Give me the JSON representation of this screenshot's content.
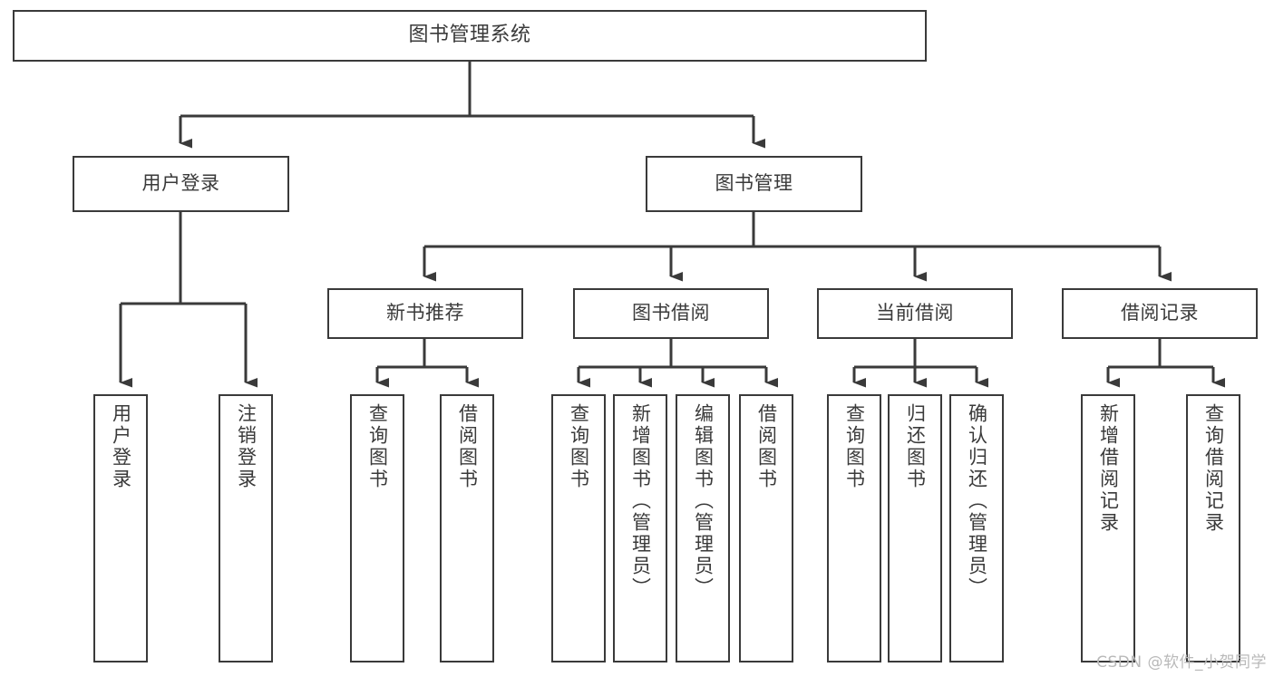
{
  "diagram": {
    "title": "图书管理系统",
    "type": "hierarchy-tree",
    "colors": {
      "box_border": "#3a3a3a",
      "box_fill": "#ffffff",
      "text": "#3a3a3a",
      "edge": "#3a3a3a",
      "watermark": "#b9b9b9",
      "background": "#ffffff"
    },
    "watermark": "CSDN @软件_小贺同学",
    "levels": [
      {
        "level": 0,
        "nodes": [
          {
            "id": "root",
            "label": "图书管理系统",
            "orientation": "horizontal"
          }
        ]
      },
      {
        "level": 1,
        "nodes": [
          {
            "id": "user-login",
            "label": "用户登录",
            "orientation": "horizontal",
            "parent": "root"
          },
          {
            "id": "book-mgmt",
            "label": "图书管理",
            "orientation": "horizontal",
            "parent": "root"
          }
        ]
      },
      {
        "level": 2,
        "nodes": [
          {
            "id": "new-book-rec",
            "label": "新书推荐",
            "orientation": "horizontal",
            "parent": "book-mgmt"
          },
          {
            "id": "book-borrow",
            "label": "图书借阅",
            "orientation": "horizontal",
            "parent": "book-mgmt"
          },
          {
            "id": "current-borrow",
            "label": "当前借阅",
            "orientation": "horizontal",
            "parent": "book-mgmt"
          },
          {
            "id": "borrow-record",
            "label": "借阅记录",
            "orientation": "horizontal",
            "parent": "book-mgmt"
          }
        ]
      },
      {
        "level": 3,
        "nodes": [
          {
            "id": "leaf-user-login",
            "label": "用户登录",
            "orientation": "vertical",
            "parent": "user-login"
          },
          {
            "id": "leaf-user-logout",
            "label": "注销登录",
            "orientation": "vertical",
            "parent": "user-login"
          },
          {
            "id": "leaf-rec-query",
            "label": "查询图书",
            "orientation": "vertical",
            "parent": "new-book-rec"
          },
          {
            "id": "leaf-rec-borrow",
            "label": "借阅图书",
            "orientation": "vertical",
            "parent": "new-book-rec"
          },
          {
            "id": "leaf-borrow-query",
            "label": "查询图书",
            "orientation": "vertical",
            "parent": "book-borrow"
          },
          {
            "id": "leaf-borrow-add",
            "label": "新增图书（管理员）",
            "orientation": "vertical",
            "parent": "book-borrow"
          },
          {
            "id": "leaf-borrow-edit",
            "label": "编辑图书（管理员）",
            "orientation": "vertical",
            "parent": "book-borrow"
          },
          {
            "id": "leaf-borrow-lend",
            "label": "借阅图书",
            "orientation": "vertical",
            "parent": "book-borrow"
          },
          {
            "id": "leaf-cur-query",
            "label": "查询图书",
            "orientation": "vertical",
            "parent": "current-borrow"
          },
          {
            "id": "leaf-cur-return",
            "label": "归还图书",
            "orientation": "vertical",
            "parent": "current-borrow"
          },
          {
            "id": "leaf-cur-confirm",
            "label": "确认归还（管理员）",
            "orientation": "vertical",
            "parent": "current-borrow"
          },
          {
            "id": "leaf-rec-add",
            "label": "新增借阅记录",
            "orientation": "vertical",
            "parent": "borrow-record"
          },
          {
            "id": "leaf-rec-search",
            "label": "查询借阅记录",
            "orientation": "vertical",
            "parent": "borrow-record"
          }
        ]
      }
    ]
  }
}
